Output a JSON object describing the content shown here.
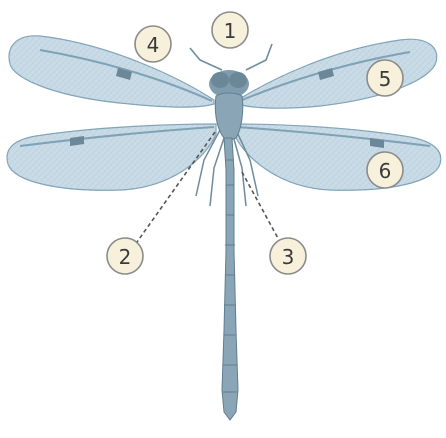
{
  "colors": {
    "wing_fill": "#c9dbe6",
    "wing_vein": "#7fa2b6",
    "wing_stigma": "#6c8797",
    "body": "#8aa6b6",
    "body_dark": "#5f7e90",
    "callout_fill": "#f7f1dc",
    "callout_stroke": "#8b8b8b",
    "leader_line": "#555555"
  },
  "callouts": [
    {
      "label": "1"
    },
    {
      "label": "2"
    },
    {
      "label": "3"
    },
    {
      "label": "4"
    },
    {
      "label": "5"
    },
    {
      "label": "6"
    }
  ]
}
